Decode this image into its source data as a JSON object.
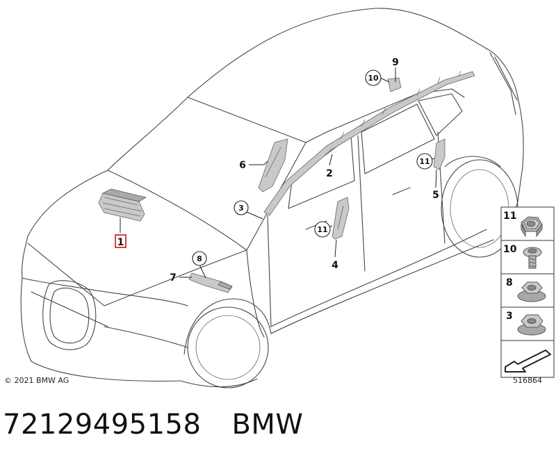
{
  "diagram": {
    "callouts": {
      "p1": "1",
      "p2": "2",
      "p3": "3",
      "p4": "4",
      "p5": "5",
      "p6": "6",
      "p7": "7",
      "p8": "8",
      "p9": "9",
      "p10": "10",
      "p11a": "11",
      "p11b": "11"
    },
    "legend": [
      {
        "number": "11",
        "icon": "hex-nut-icon"
      },
      {
        "number": "10",
        "icon": "bolt-icon"
      },
      {
        "number": "8",
        "icon": "flange-nut-icon"
      },
      {
        "number": "3",
        "icon": "hex-nut-icon"
      }
    ],
    "highlight_color": "#cc0000"
  },
  "copyright": "© 2021 BMW AG",
  "diagram_number": "516864",
  "caption": {
    "part_number": "72129495158",
    "brand": "BMW"
  }
}
